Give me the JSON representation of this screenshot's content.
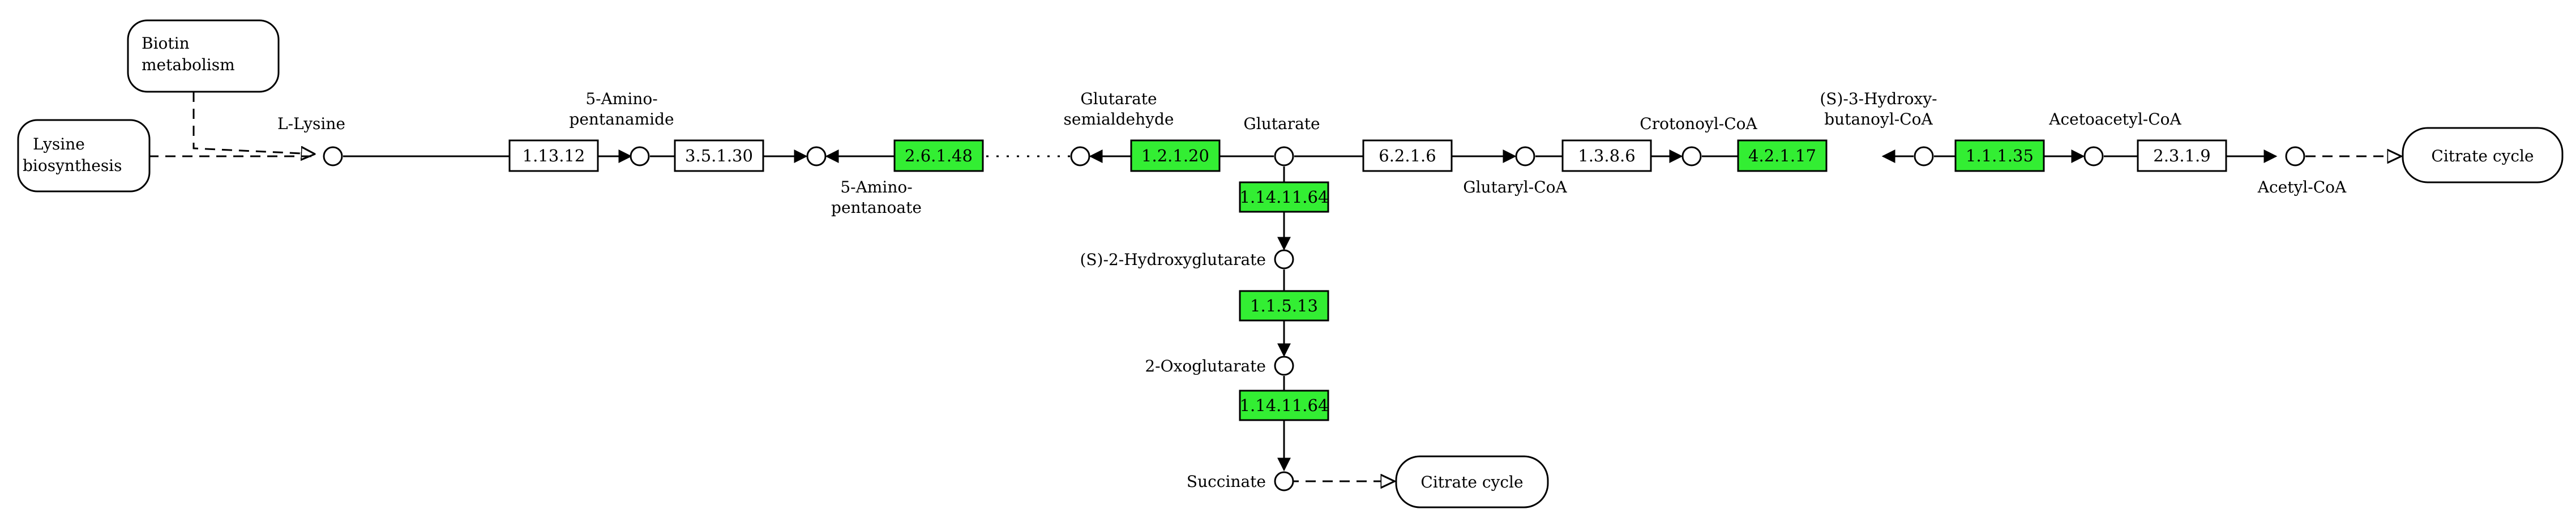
{
  "colors": {
    "highlight": "#33ee33",
    "line": "#000000",
    "box_fill_plain": "#ffffff"
  },
  "maps": [
    {
      "id": "biotin",
      "label": [
        "Biotin",
        "metabolism"
      ]
    },
    {
      "id": "lysine",
      "label": [
        "Lysine",
        "biosynthesis"
      ]
    },
    {
      "id": "citrate1",
      "label": [
        "Citrate cycle"
      ]
    },
    {
      "id": "citrate2",
      "label": [
        "Citrate cycle"
      ]
    }
  ],
  "compounds": [
    {
      "id": "llysine",
      "label": [
        "L-Lysine"
      ]
    },
    {
      "id": "aminopentanamide",
      "label": [
        "5-Amino-",
        "pentanamide"
      ]
    },
    {
      "id": "aminopentanoate",
      "label": [
        "5-Amino-",
        "pentanoate"
      ]
    },
    {
      "id": "glutsemi",
      "label": [
        "Glutarate",
        "semialdehyde"
      ]
    },
    {
      "id": "glutarate",
      "label": [
        "Glutarate"
      ]
    },
    {
      "id": "glutarylcoa",
      "label": [
        "Glutaryl-CoA"
      ]
    },
    {
      "id": "crotonoylcoa",
      "label": [
        "Crotonoyl-CoA"
      ]
    },
    {
      "id": "hydroxybut",
      "label": [
        "(S)-3-Hydroxy-",
        "butanoyl-CoA"
      ]
    },
    {
      "id": "acetoacetyl",
      "label": [
        "Acetoacetyl-CoA"
      ]
    },
    {
      "id": "acetylcoa",
      "label": [
        "Acetyl-CoA"
      ]
    },
    {
      "id": "hydroxyglut",
      "label": [
        "(S)-2-Hydroxyglutarate"
      ]
    },
    {
      "id": "oxoglut",
      "label": [
        "2-Oxoglutarate"
      ]
    },
    {
      "id": "succinate",
      "label": [
        "Succinate"
      ]
    }
  ],
  "enzymes": [
    {
      "id": "e1",
      "label": "1.13.12",
      "highlighted": false
    },
    {
      "id": "e2",
      "label": "3.5.1.30",
      "highlighted": false
    },
    {
      "id": "e3",
      "label": "2.6.1.48",
      "highlighted": true
    },
    {
      "id": "e4",
      "label": "1.2.1.20",
      "highlighted": true
    },
    {
      "id": "e5",
      "label": "6.2.1.6",
      "highlighted": false
    },
    {
      "id": "e6",
      "label": "1.3.8.6",
      "highlighted": false
    },
    {
      "id": "e7",
      "label": "4.2.1.17",
      "highlighted": true
    },
    {
      "id": "e8",
      "label": "1.1.1.35",
      "highlighted": true
    },
    {
      "id": "e9",
      "label": "2.3.1.9",
      "highlighted": false
    },
    {
      "id": "e10",
      "label": "1.14.11.64",
      "highlighted": true
    },
    {
      "id": "e11",
      "label": "1.1.5.13",
      "highlighted": true
    },
    {
      "id": "e12",
      "label": "1.14.11.64",
      "highlighted": true
    }
  ]
}
